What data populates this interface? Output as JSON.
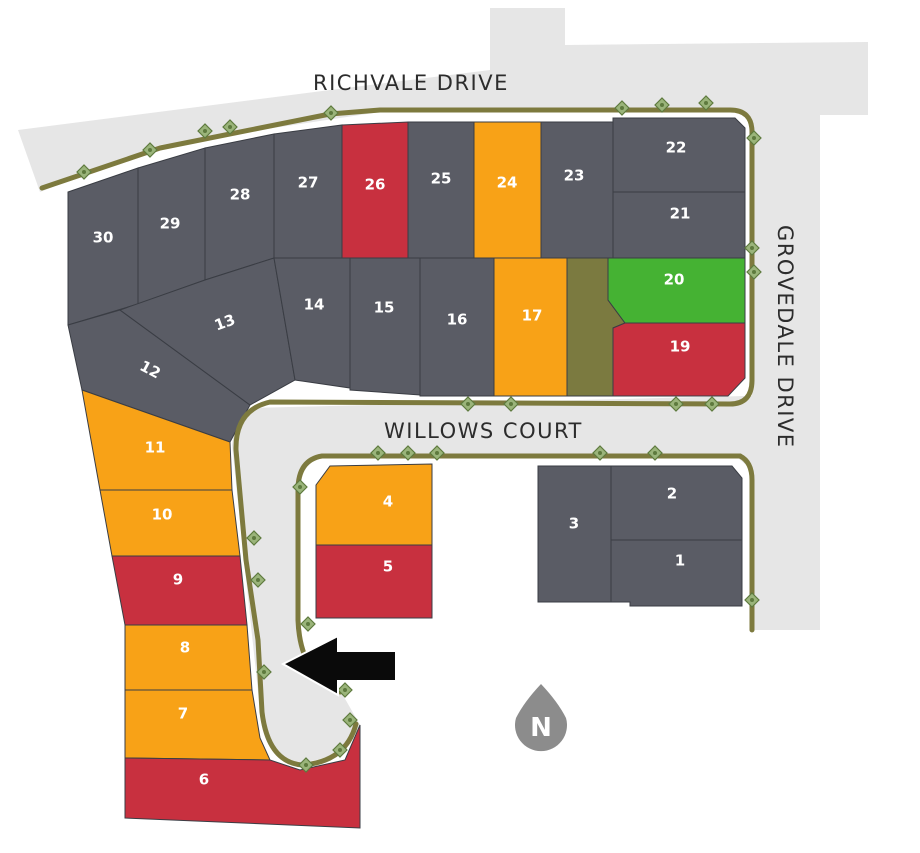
{
  "streets": {
    "richvale": "RICHVALE DRIVE",
    "willows": "WILLOWS COURT",
    "grovedale": "GROVEDALE DRIVE"
  },
  "compass": "N",
  "colors": {
    "available": "#5a5c65",
    "sold": "#c8303f",
    "pending": "#f8a217",
    "featured": "#45b233",
    "open_space": "#7b7a40",
    "road": "#e6e6e6",
    "road_edge": "#7d7a3e"
  },
  "lots": [
    {
      "id": "1",
      "status": "available"
    },
    {
      "id": "2",
      "status": "available"
    },
    {
      "id": "3",
      "status": "available"
    },
    {
      "id": "4",
      "status": "pending"
    },
    {
      "id": "5",
      "status": "sold"
    },
    {
      "id": "6",
      "status": "sold"
    },
    {
      "id": "7",
      "status": "pending"
    },
    {
      "id": "8",
      "status": "pending"
    },
    {
      "id": "9",
      "status": "sold"
    },
    {
      "id": "10",
      "status": "pending"
    },
    {
      "id": "11",
      "status": "pending"
    },
    {
      "id": "12",
      "status": "available"
    },
    {
      "id": "13",
      "status": "available"
    },
    {
      "id": "14",
      "status": "available"
    },
    {
      "id": "15",
      "status": "available"
    },
    {
      "id": "16",
      "status": "available"
    },
    {
      "id": "17",
      "status": "pending"
    },
    {
      "id": "19",
      "status": "sold"
    },
    {
      "id": "20",
      "status": "featured"
    },
    {
      "id": "21",
      "status": "available"
    },
    {
      "id": "22",
      "status": "available"
    },
    {
      "id": "23",
      "status": "available"
    },
    {
      "id": "24",
      "status": "pending"
    },
    {
      "id": "25",
      "status": "available"
    },
    {
      "id": "26",
      "status": "sold"
    },
    {
      "id": "27",
      "status": "available"
    },
    {
      "id": "28",
      "status": "available"
    },
    {
      "id": "29",
      "status": "available"
    },
    {
      "id": "30",
      "status": "available"
    }
  ]
}
